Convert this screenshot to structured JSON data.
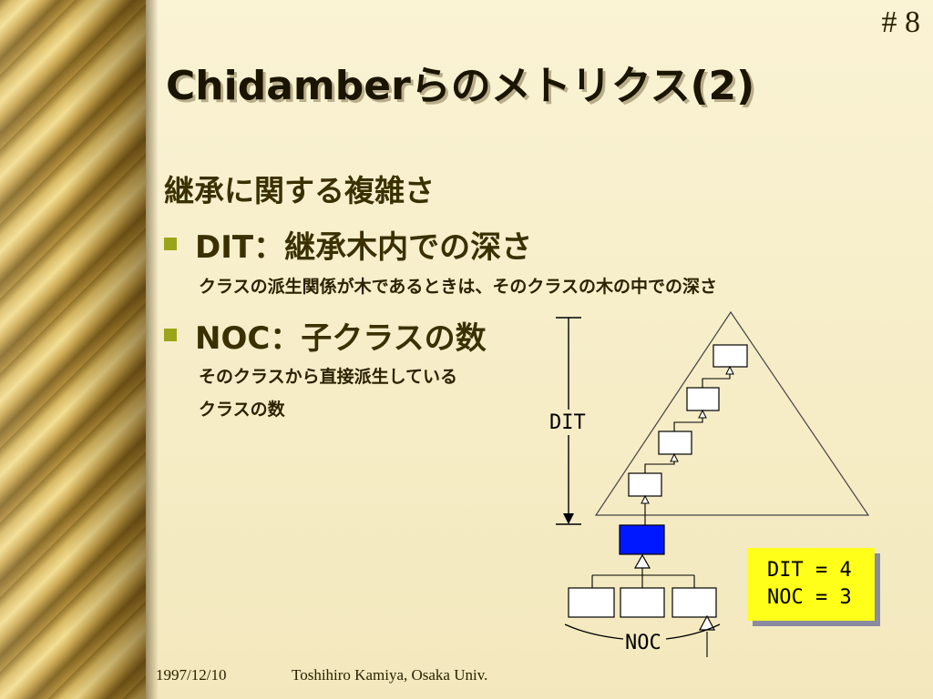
{
  "slide": {
    "number": "# 8",
    "title": "Chidamberらのメトリクス(2)",
    "heading": "継承に関する複雑さ",
    "bullets": [
      {
        "label": "DIT：継承木内での深さ",
        "description": [
          "クラスの派生関係が木であるときは、そのクラスの木の中での深さ"
        ]
      },
      {
        "label": "NOC：子クラスの数",
        "description": [
          "そのクラスから直接派生している",
          "クラスの数"
        ]
      }
    ]
  },
  "diagram": {
    "dit_label": "DIT",
    "noc_label": "NOC",
    "metrics_box": [
      "DIT = 4",
      "NOC = 3"
    ],
    "colors": {
      "highlight_class": "#0018ff",
      "metrics_box": "#ffff1a",
      "bullet": "#9aa51a"
    }
  },
  "footer": {
    "date": "1997/12/10",
    "author": "Toshihiro Kamiya, Osaka Univ."
  }
}
